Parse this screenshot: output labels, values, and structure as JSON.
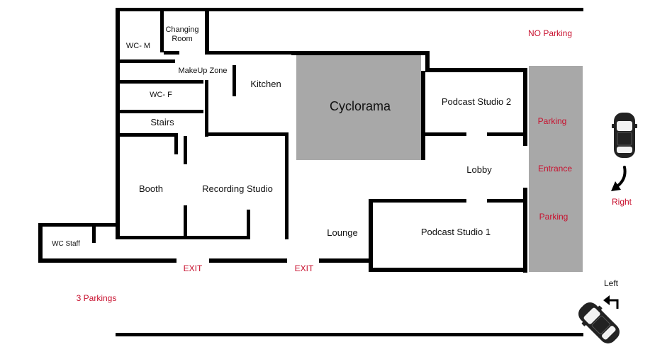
{
  "colors": {
    "wall": "#000000",
    "highlight_room": "#a8a8a8",
    "parking_strip": "#a8a8a8",
    "red_text": "#c8102e",
    "car_body": "#222222",
    "car_glass": "#f2f2f2"
  },
  "rooms": {
    "wc_m": "WC- M",
    "changing_room_line1": "Changing",
    "changing_room_line2": "Room",
    "makeup_zone": "MakeUp Zone",
    "kitchen": "Kitchen",
    "wc_f": "WC- F",
    "stairs": "Stairs",
    "booth": "Booth",
    "recording_studio": "Recording Studio",
    "cyclorama": "Cyclorama",
    "podcast_studio_2": "Podcast Studio 2",
    "lobby": "Lobby",
    "lounge": "Lounge",
    "podcast_studio_1": "Podcast Studio 1",
    "wc_staff": "WC Staff"
  },
  "parking": {
    "no_parking": "NO Parking",
    "parking_top": "Parking",
    "entrance": "Entrance",
    "parking_bottom": "Parking",
    "three_parkings": "3 Parkings"
  },
  "exits": {
    "exit_left": "EXIT",
    "exit_right": "EXIT"
  },
  "directions": {
    "right": "Right",
    "left": "Left"
  },
  "icons": {
    "car_top": "car-topdown-icon",
    "car_bottom": "car-topdown-icon",
    "arrow_right": "curved-arrow-down-left-icon",
    "arrow_left": "turn-left-arrow-icon"
  }
}
